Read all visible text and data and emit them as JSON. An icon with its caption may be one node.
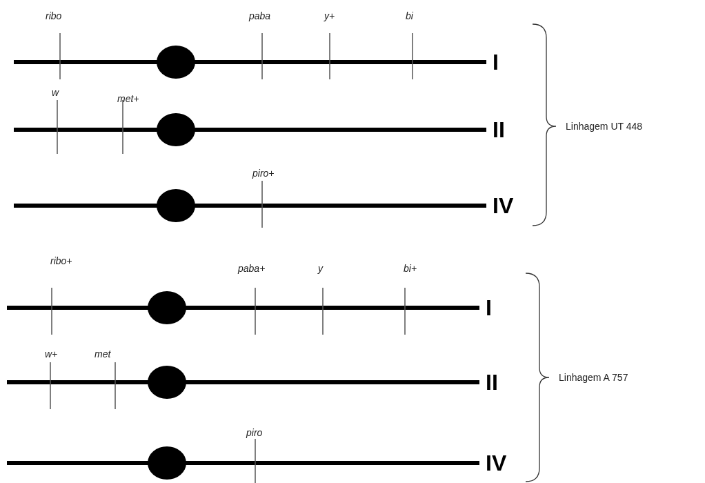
{
  "diagram": {
    "labels": [
      "ribo",
      "paba",
      "y+",
      "bi",
      "I",
      "w",
      "met+",
      "II",
      "Linhagem UT 448",
      "piro+",
      "IV",
      "ribo+",
      "paba+",
      "y",
      "bi+",
      "I",
      "w+",
      "met",
      "II",
      "Linhagem A 757",
      "piro",
      "IV"
    ]
  }
}
